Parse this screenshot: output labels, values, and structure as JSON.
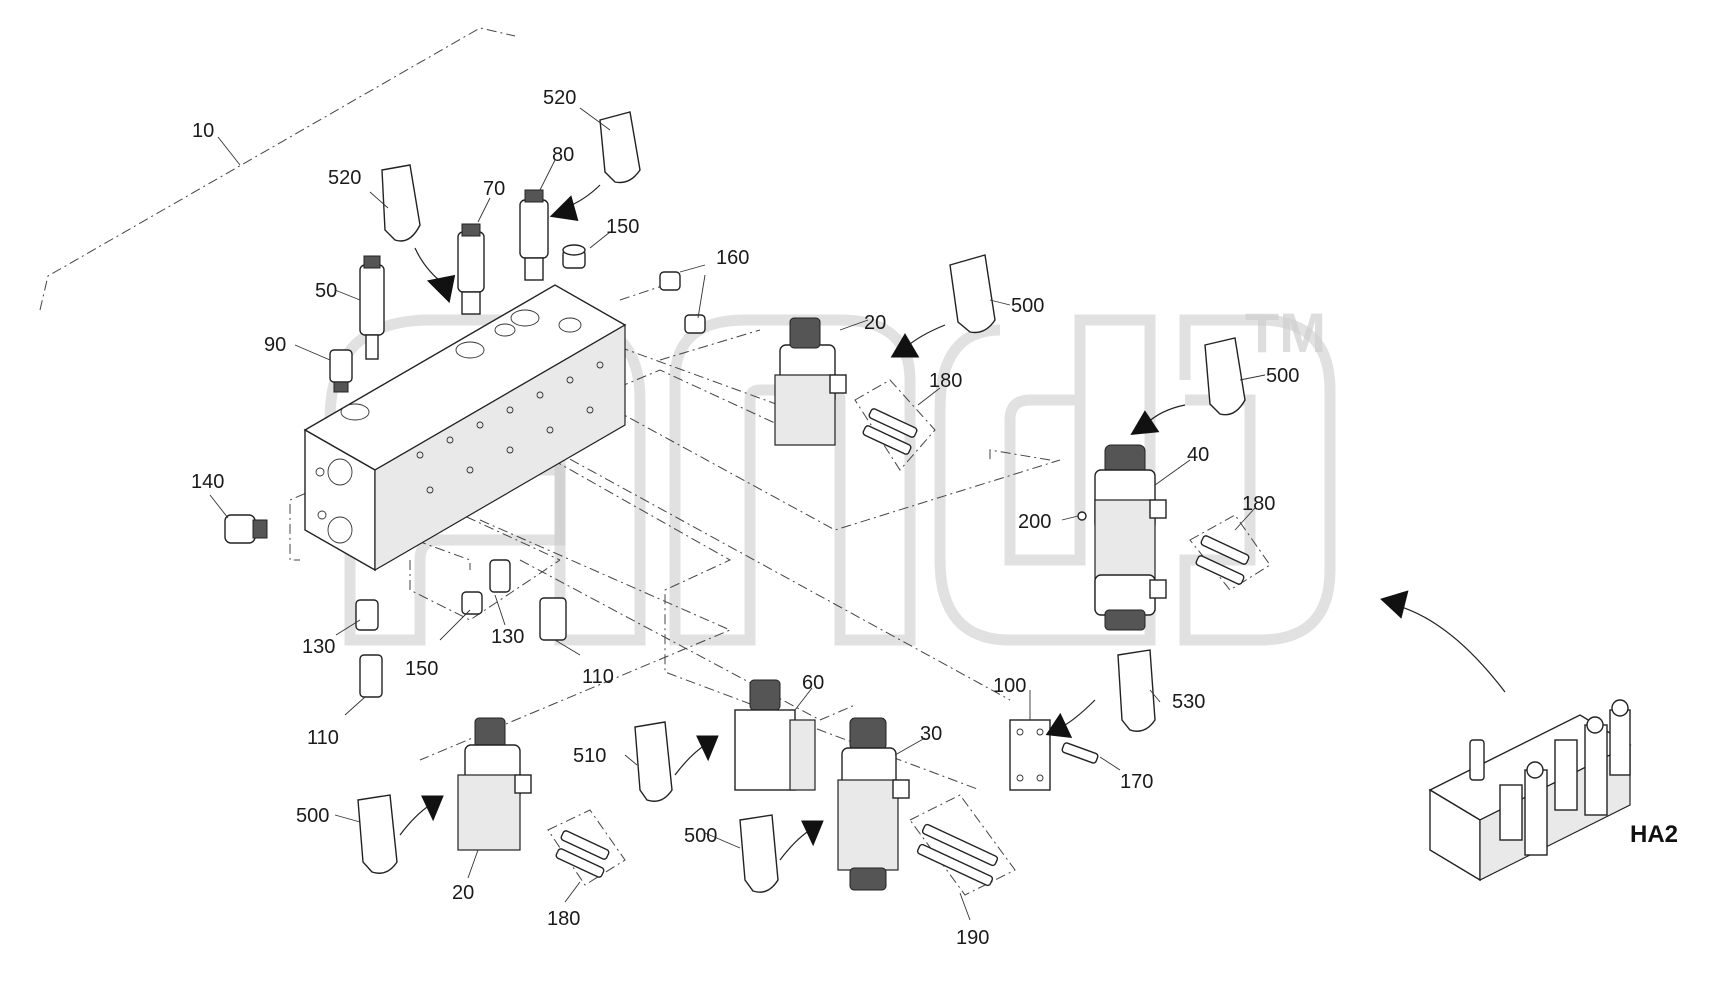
{
  "diagram": {
    "callouts": [
      "10",
      "520",
      "80",
      "70",
      "150",
      "160",
      "50",
      "90",
      "140",
      "520",
      "20",
      "500",
      "180",
      "500",
      "40",
      "200",
      "180",
      "130",
      "150",
      "130",
      "110",
      "110",
      "60",
      "30",
      "100",
      "530",
      "510",
      "500",
      "20",
      "180",
      "500",
      "190",
      "170"
    ],
    "inset_label": "HA2",
    "watermark_text": "TM"
  }
}
